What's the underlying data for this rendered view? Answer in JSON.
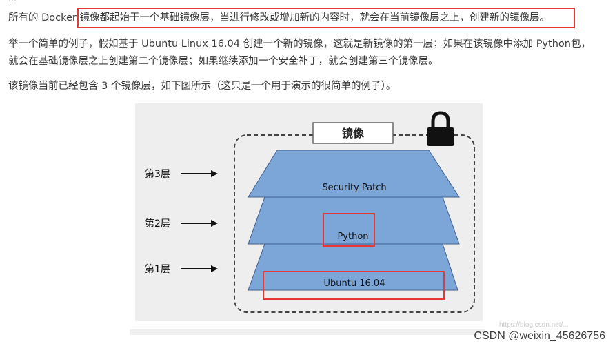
{
  "article": {
    "line1_pre": "所有的 Docker ",
    "line1_highlight": "镜像都起始于一个基础镜像层，当进行修改或增加新的内容时，就会在当前镜像层之上，创建新的镜像层。",
    "para2_line1": "举一个简单的例子，假如基于 Ubuntu Linux 16.04 创建一个新的镜像，这就是新镜像的第一层；如果在该镜像中添加 Python包，",
    "para2_line2": "就会在基础镜像层之上创建第二个镜像层；如果继续添加一个安全补丁，就会创建第三个镜像层。",
    "para3": "该镜像当前已经包含 3 个镜像层，如下图所示（这只是一个用于演示的很简单的例子）。"
  },
  "diagram": {
    "image_label": "镜像",
    "layers": [
      {
        "side_label": "第3层",
        "name": "Security Patch"
      },
      {
        "side_label": "第2层",
        "name": "Python"
      },
      {
        "side_label": "第1层",
        "name": "Ubuntu 16.04"
      }
    ],
    "colors": {
      "layer_fill": "#7da6d8",
      "layer_stroke": "#3f5f8f",
      "highlight": "#e53935",
      "lock": "#111111"
    },
    "faint_watermark": "https://blog.csdn.net/..."
  },
  "footer": {
    "watermark": "CSDN @weixin_45626756"
  }
}
